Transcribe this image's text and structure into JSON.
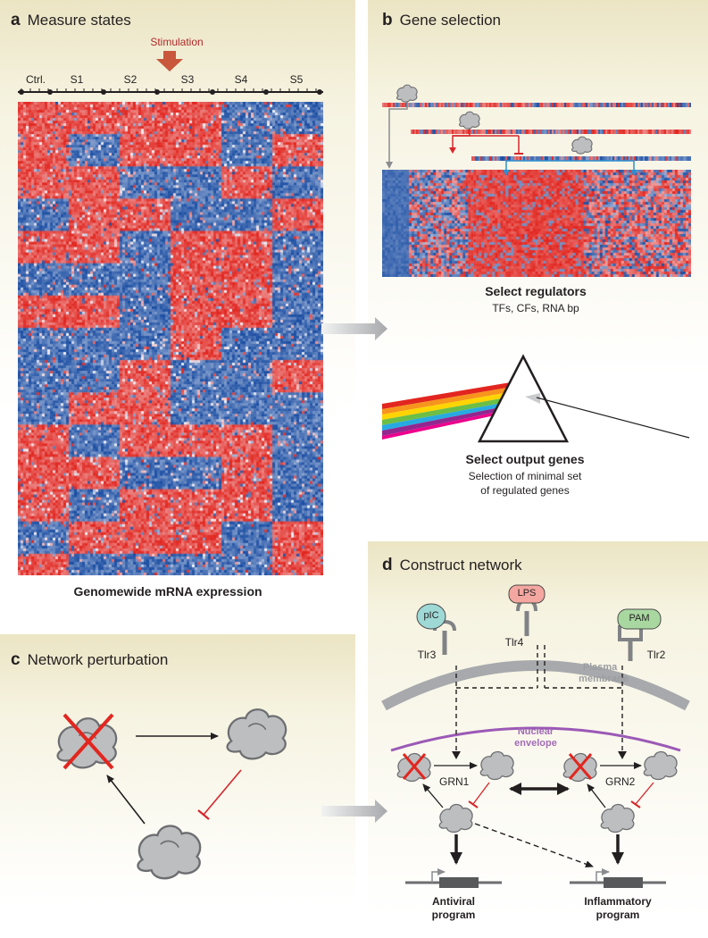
{
  "panel_a": {
    "letter": "a",
    "title": "Measure states",
    "stimulation": "Stimulation",
    "timepoints": [
      "Ctrl.",
      "S1",
      "S2",
      "S3",
      "S4",
      "S5"
    ],
    "caption": "Genomewide mRNA expression"
  },
  "panel_b": {
    "letter": "b",
    "title": "Gene selection",
    "regulators_title": "Select regulators",
    "regulators_sub": "TFs, CFs, RNA bp",
    "output_title": "Select output genes",
    "output_sub_1": "Selection of minimal set",
    "output_sub_2": "of regulated genes"
  },
  "panel_c": {
    "letter": "c",
    "title": "Network perturbation"
  },
  "panel_d": {
    "letter": "d",
    "title": "Construct network",
    "ligands": [
      "pIC",
      "LPS",
      "PAM"
    ],
    "receptors": [
      "Tlr3",
      "Tlr4",
      "Tlr2"
    ],
    "plasma_membrane_1": "Plasma",
    "plasma_membrane_2": "membrane",
    "nuclear_envelope_1": "Nuclear",
    "nuclear_envelope_2": "envelope",
    "grn1": "GRN1",
    "grn2": "GRN2",
    "antiviral_1": "Antiviral",
    "antiviral_2": "program",
    "inflammatory_1": "Inflammatory",
    "inflammatory_2": "program"
  },
  "colors": {
    "heat_blue": "#1b4ea3",
    "heat_red": "#e2261f",
    "stimulation": "#c0392b",
    "inhibit": "#d7262b",
    "blue_arrow": "#2b8fd0",
    "membrane": "#a7a9ac",
    "nuclear_envelope": "#9b59b6"
  }
}
